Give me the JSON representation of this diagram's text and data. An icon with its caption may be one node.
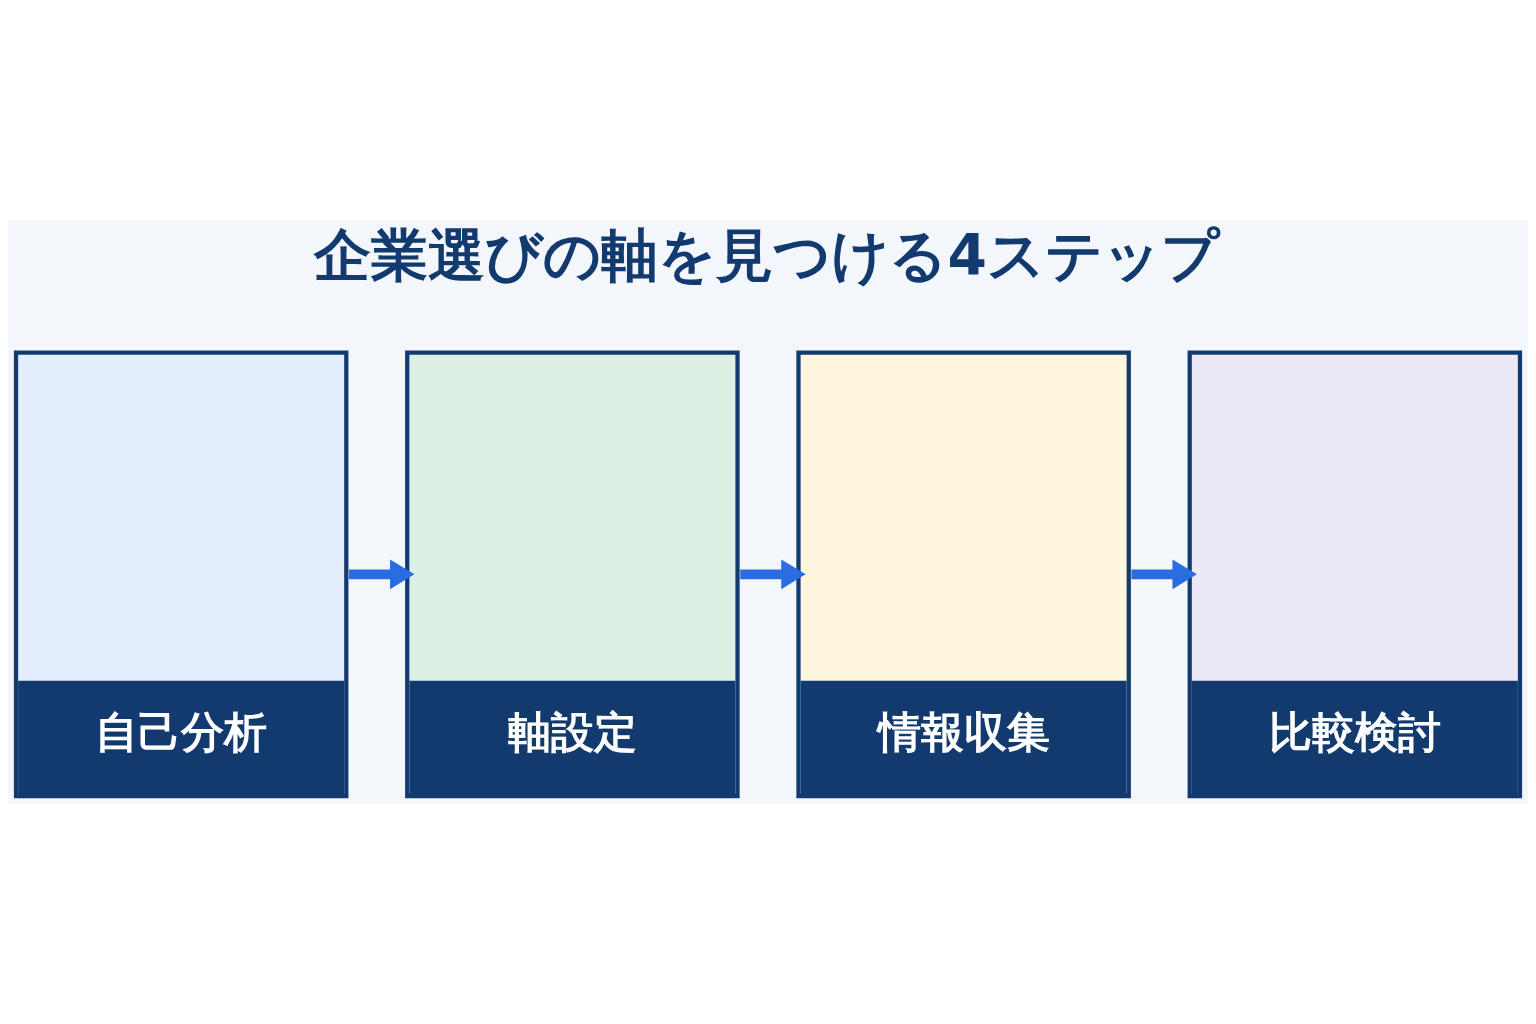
{
  "diagram": {
    "title": "企業選びの軸を見つける4ステップ",
    "nodes": [
      {
        "text": [
          "自己分析"
        ]
      },
      {
        "text": [
          "軸設定"
        ]
      },
      {
        "text": [
          "情報収集"
        ]
      },
      {
        "text": [
          "比較検討"
        ]
      }
    ],
    "edges": [
      {
        "from": 0,
        "to": 1,
        "arrow": "to"
      },
      {
        "from": 1,
        "to": 2,
        "arrow": "to"
      },
      {
        "from": 2,
        "to": 3,
        "arrow": "to"
      }
    ]
  }
}
